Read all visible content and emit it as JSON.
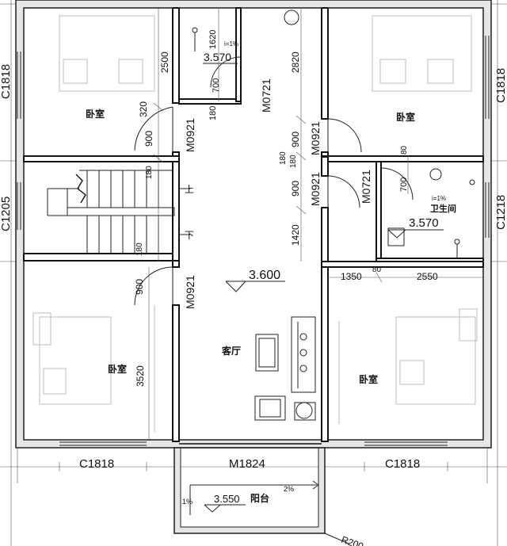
{
  "rooms": {
    "bedroom_nw": "卧室",
    "bedroom_ne": "卧室",
    "bedroom_sw": "卧室",
    "bedroom_se": "卧室",
    "living": "客厅",
    "bath": "卫生间",
    "balcony": "阳台"
  },
  "stairs": {
    "up": "上",
    "down": "下"
  },
  "windows": {
    "left_top": "C1818",
    "left_mid": "C1205",
    "right_top": "C1818",
    "right_mid": "C1218",
    "bottom_left": "C1818",
    "bottom_right": "C1818"
  },
  "doors": {
    "nw": "M0921",
    "ne": "M0921",
    "wc_top": "M0721",
    "mid_left": "M0921",
    "bath": "M0721",
    "sw": "M0921",
    "balcony": "M1824"
  },
  "levels": {
    "main": "3.600",
    "wc_top": "3.570",
    "bath": "3.570",
    "balcony": "3.550"
  },
  "slopes": {
    "wc_top": "i=1%",
    "bath": "i=1%",
    "balcony_right": "2%",
    "balcony_left": "1%"
  },
  "dimensions": {
    "d2500": "2500",
    "d320": "320",
    "d900a": "900",
    "d1620": "1620",
    "d700a": "700",
    "d180a": "180",
    "d2820": "2820",
    "d900b": "900",
    "d180b": "180",
    "d180c": "180",
    "d900c": "900",
    "d1420": "1420",
    "d180d": "180",
    "d180e": "180",
    "d900d": "900",
    "d3520": "3520",
    "d80a": "80",
    "d700b": "700",
    "d1350": "1350",
    "d2550": "2550",
    "d80b": "80",
    "r200": "R200"
  }
}
